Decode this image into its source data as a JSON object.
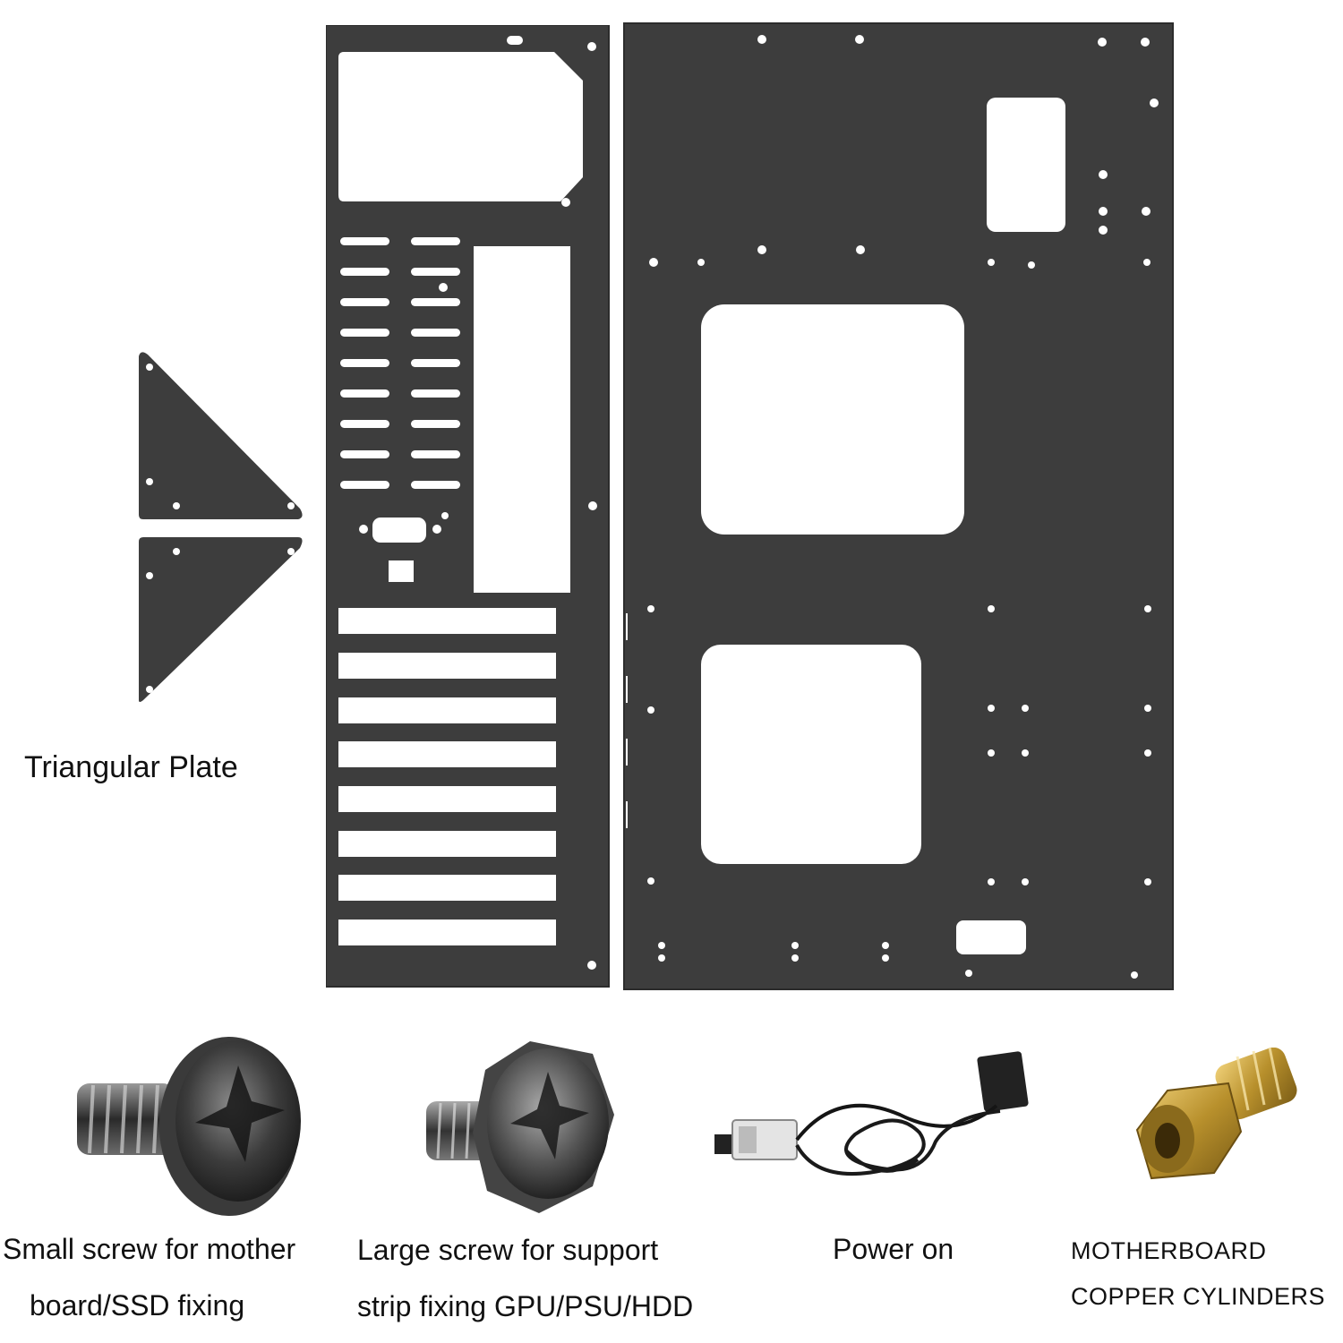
{
  "colors": {
    "plate": "#3d3d3d",
    "plate_edge": "#2c2c2c",
    "cutout": "#ffffff",
    "screw_dark": "#4a4a4a",
    "brass": "#c9a43a",
    "background": "#ffffff"
  },
  "labels": {
    "triangular_plate": "Triangular Plate",
    "small_screw_line1": "Small screw for mother",
    "small_screw_line2": "board/SSD fixing",
    "large_screw_line1": "Large screw for support",
    "large_screw_line2": "strip fixing GPU/PSU/HDD",
    "power_on": "Power on",
    "cylinders_line1": "MOTHERBOARD",
    "cylinders_line2": "COPPER CYLINDERS"
  },
  "parts": {
    "left_plate_icon": "io-rear-panel",
    "right_plate_icon": "motherboard-tray",
    "triangles_icon": "triangular-plates",
    "small_screw_icon": "small-screw",
    "large_screw_icon": "large-screw",
    "power_switch_icon": "power-switch-cable",
    "standoff_icon": "brass-standoff"
  }
}
